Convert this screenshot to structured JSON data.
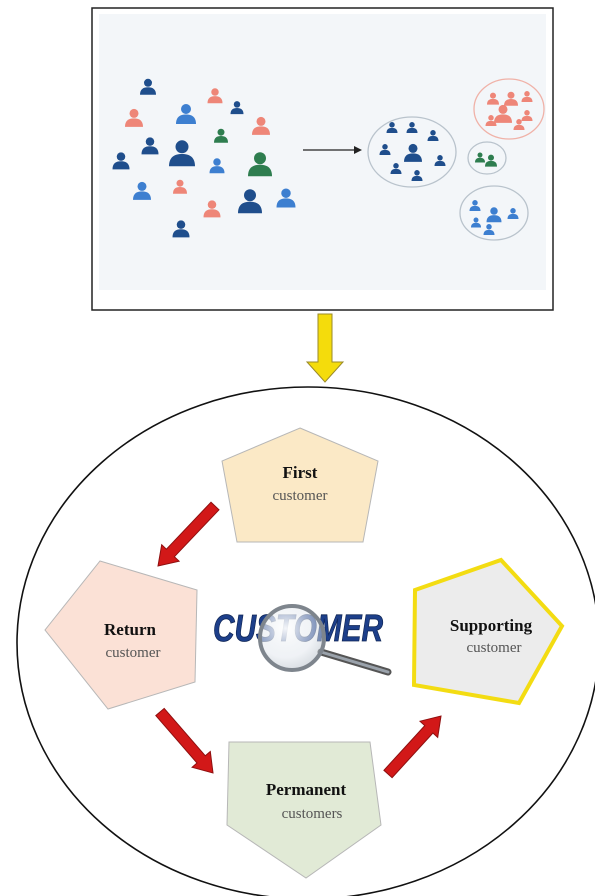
{
  "colors": {
    "person_dark_blue": "#1f4e8c",
    "person_blue": "#3d7fd0",
    "person_coral": "#ee8678",
    "person_green": "#2e7d4f",
    "connector_arrow": "#f2dc0a",
    "cycle_arrow": "#d21818",
    "wordmark": "#1d3f8a"
  },
  "icons": {
    "person": "person-icon",
    "magnifier": "magnifier-icon"
  },
  "top_panel": {
    "caption": ""
  },
  "cycle": {
    "center_word": "CUSTOMER",
    "stages": [
      {
        "id": "first",
        "title": "First",
        "subtitle": "customer",
        "fill": "#fbe9c6",
        "stroke": "#b7b7b7"
      },
      {
        "id": "return",
        "title": "Return",
        "subtitle": "customer",
        "fill": "#fbe1d6",
        "stroke": "#b7b7b7"
      },
      {
        "id": "permanent",
        "title": "Permanent",
        "subtitle": "customers",
        "fill": "#e1ead6",
        "stroke": "#b7b7b7"
      },
      {
        "id": "supporting",
        "title": "Supporting",
        "subtitle": "customer",
        "fill": "#ececec",
        "stroke": "#f3dc12"
      }
    ]
  }
}
